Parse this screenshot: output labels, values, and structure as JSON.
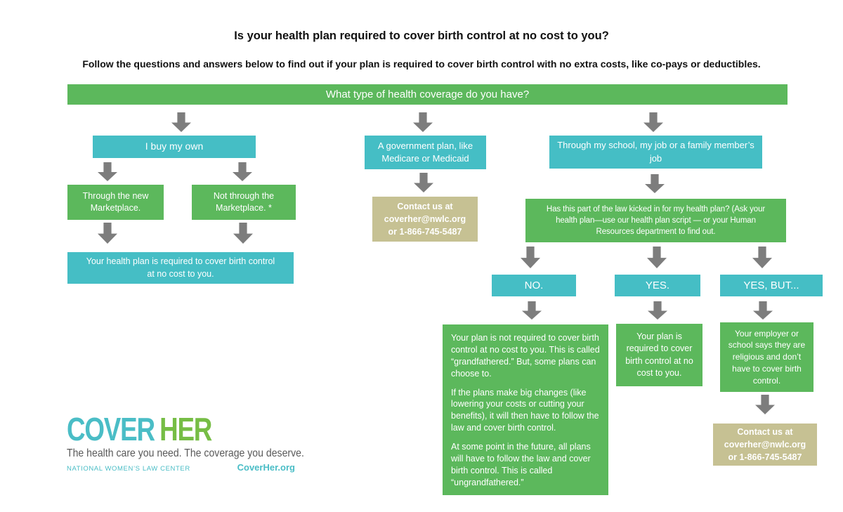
{
  "header": {
    "title": "Is your health plan required to cover birth control at no cost to you?",
    "subtitle": "Follow the questions and answers below to find out if your plan is required to cover birth control with no extra costs, like co-pays or deductibles."
  },
  "flow": {
    "root_question": "What type of health coverage do you have?",
    "branch_buy_own": {
      "label": "I buy my own",
      "marketplace": "Through the new\nMarketplace.",
      "not_marketplace": "Not through the\nMarketplace. *",
      "result": "Your health plan is required to cover birth control\nat no cost to you."
    },
    "branch_government": {
      "label": "A government plan, like Medicare or Medicaid",
      "contact": "Contact us at\ncoverher@nwlc.org\nor 1-866-745-5487"
    },
    "branch_job": {
      "label": "Through my school, my job or a family member’s job",
      "question": "Has this part of the law kicked in for my health plan? (Ask your\nhealth plan—use our health plan script — or your Human\nResources department to find out.",
      "answer_no": {
        "label": "NO.",
        "p1": "Your plan is not required to cover birth control at no cost to you. This is called “grandfathered.” But, some plans can choose to.",
        "p2": "If the plans make big changes (like lowering your costs or cutting your benefits), it will then have to follow the law and cover birth control.",
        "p3": "At some point in the future, all plans will have to follow the law and cover birth control. This is called “ungrandfathered.”"
      },
      "answer_yes": {
        "label": "YES.",
        "result": "Your plan is required to cover birth control at no cost to you."
      },
      "answer_yes_but": {
        "label": "YES, BUT...",
        "result": "Your employer or school says they are religious and don’t have to cover birth control.",
        "contact": "Contact us at\ncoverher@nwlc.org\nor 1-866-745-5487"
      }
    }
  },
  "footer": {
    "logo_cover": "COVER",
    "logo_her": "HER",
    "tagline": "The health care you need. The coverage you deserve.",
    "org": "NATIONAL WOMEN’S LAW CENTER",
    "site": "CoverHer.org"
  },
  "colors": {
    "box_green": "#5cb85c",
    "box_teal": "#45bec5",
    "box_tan": "#c6c193",
    "arrow_gray": "#7d7d7d",
    "logo_teal": "#4abdc6",
    "logo_green": "#76bd45",
    "tagline_gray": "#595959"
  },
  "icons": {
    "arrow_down": "block-arrow-down"
  }
}
